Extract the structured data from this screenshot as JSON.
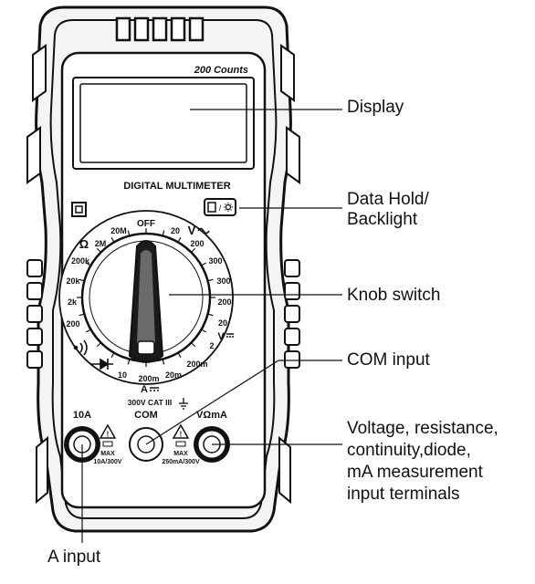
{
  "device": {
    "counts_label": "200 Counts",
    "model_label": "DIGITAL MULTIMETER",
    "hold_icon": "data-hold-backlight-icon",
    "power_icon": "square-power-icon"
  },
  "dial": {
    "off": "OFF",
    "resistance_symbol": "Ω",
    "resistance_ranges": [
      "20M",
      "2M",
      "200k",
      "20k",
      "2k",
      "200"
    ],
    "continuity_icon": "buzzer-icon",
    "diode_icon": "diode-icon",
    "dc_current_ranges": [
      "10",
      "200m",
      "20m"
    ],
    "dc_current_unit": "A",
    "dc_voltage_ranges": [
      "200m",
      "2",
      "20",
      "200",
      "300"
    ],
    "dc_voltage_unit": "V",
    "ac_voltage_ranges": [
      "20",
      "200",
      "300"
    ],
    "ac_voltage_unit": "V"
  },
  "terminals": {
    "cat_rating": "300V CAT III",
    "amp_label": "10A",
    "com_label": "COM",
    "vohm_label": "VΩmA",
    "amp_max_label": "MAX",
    "amp_max_rating": "10A/300V",
    "vohm_max_label": "MAX",
    "vohm_max_rating": "250mA/300V"
  },
  "callouts": {
    "display": "Display",
    "data_hold_line1": "Data Hold/",
    "data_hold_line2": "Backlight",
    "knob": "Knob switch",
    "com": "COM input",
    "voltage_line1": "Voltage, resistance,",
    "voltage_line2": "continuity,diode,",
    "voltage_line3": "mA measurement",
    "voltage_line4": "input terminals",
    "a_input": "A input"
  }
}
